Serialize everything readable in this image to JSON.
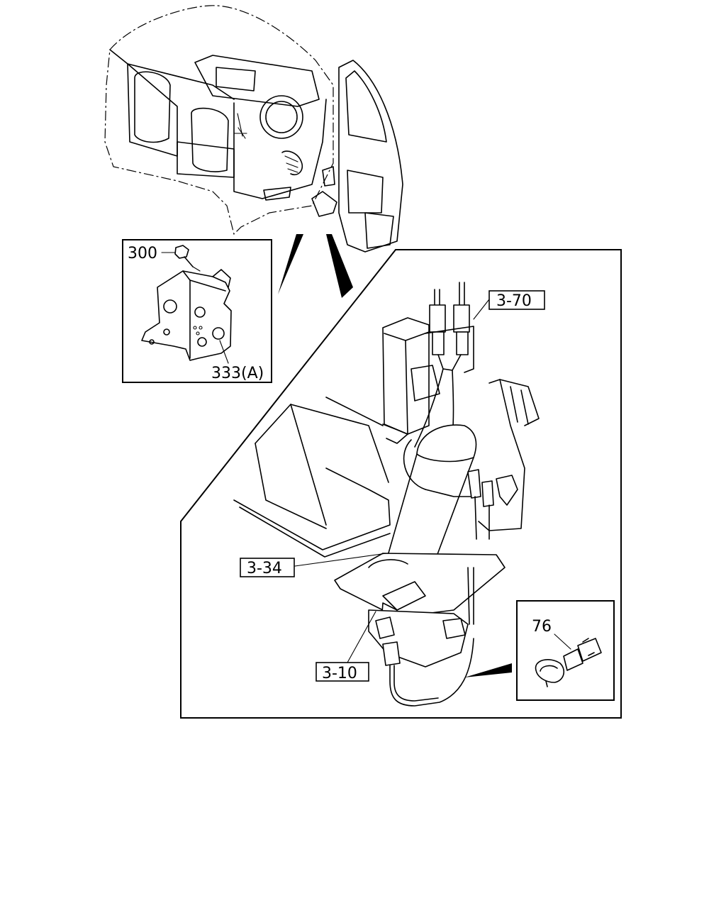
{
  "labels": {
    "bolt": "300",
    "bracket": "333(A)",
    "ref_3_70": "3-70",
    "ref_3_34": "3-34",
    "ref_3_10": "3-10",
    "clip": "76"
  }
}
